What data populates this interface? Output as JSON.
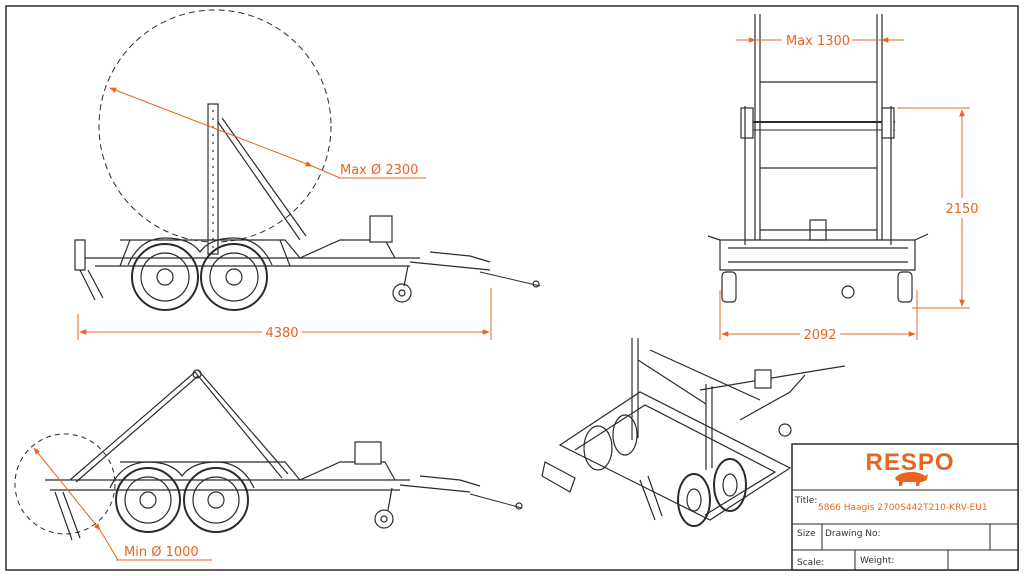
{
  "colors": {
    "accent": "#e8651f",
    "line": "#2b2b2b",
    "background": "#ffffff"
  },
  "dimensions": {
    "side_length": "4380",
    "max_diameter": "Max Ø 2300",
    "max_width": "Max 1300",
    "height": "2150",
    "track_width": "2092",
    "min_diameter": "Min Ø 1000"
  },
  "title_block": {
    "logo": "RESPO",
    "title_label": "Title:",
    "title_value": "5866 Haagis 2700S442T210-KRV-EU1",
    "size_label": "Size",
    "drawing_no_label": "Drawing No:",
    "scale_label": "Scale:",
    "weight_label": "Weight:"
  }
}
